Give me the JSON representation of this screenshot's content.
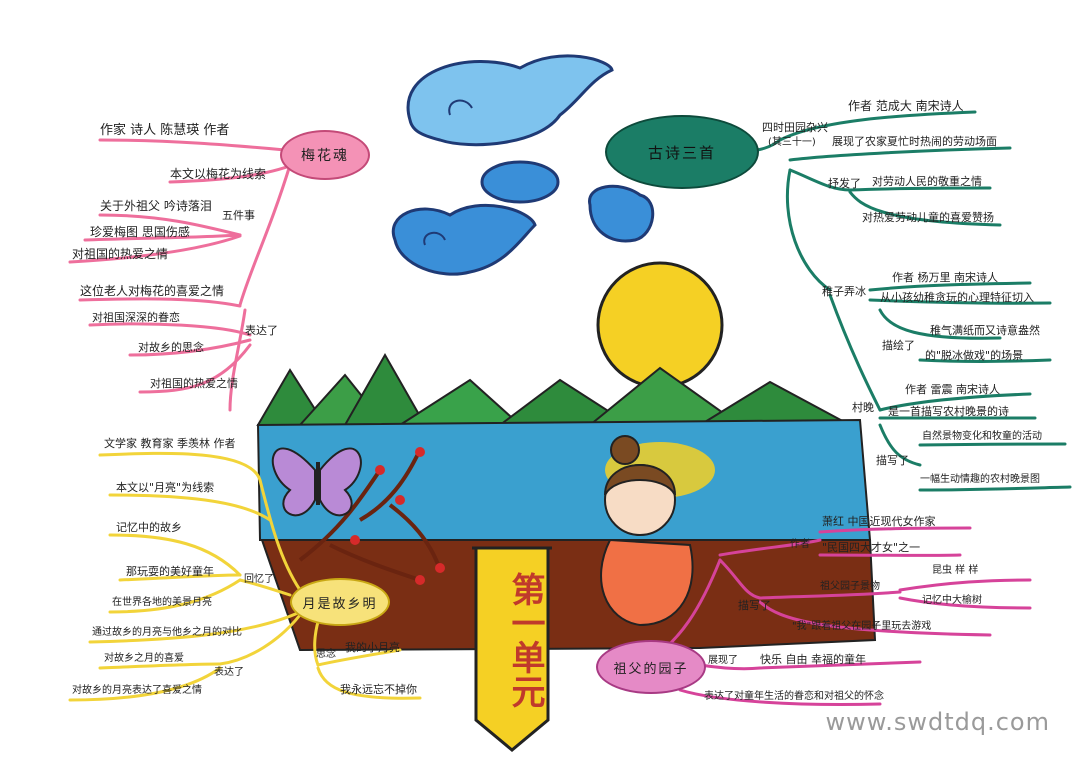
{
  "colors": {
    "pink": "#ee6f9c",
    "green": "#1b7d66",
    "yellow": "#f2d43a",
    "magenta": "#d6439a",
    "sky": "#3a8fd8",
    "sun": "#f5d024",
    "soil": "#7a2e14",
    "water": "#3aa0cf"
  },
  "banner": {
    "text": "第一单元"
  },
  "watermark": "www.swdtdq.com",
  "pink_branch": {
    "title": "梅花魂",
    "l1": "作家 诗人 陈慧瑛 作者",
    "l2": "本文以梅花为线索",
    "l3": "关于外祖父 吟诗落泪",
    "l4": "珍爱梅图 思国伤感",
    "l5": "五件事",
    "l6": "对祖国的热爱之情",
    "l7": "这位老人对梅花的喜爱之情",
    "l8": "对祖国深深的眷恋",
    "l9": "对故乡的思念",
    "l10": "表达了",
    "l11": "对祖国的热爱之情"
  },
  "green_branch": {
    "title": "古诗三首",
    "p1": "四时田园杂兴",
    "p1b": "(其三十一)",
    "a1": "作者 范成大 南宋诗人",
    "a2": "展现了农家夏忙时热闹的劳动场面",
    "a3": "抒发了",
    "a4": "对劳动人民的敬重之情",
    "a5": "对热爱劳动儿童的喜爱赞扬",
    "p2": "稚子弄冰",
    "b1": "作者 杨万里 南宋诗人",
    "b2": "从小孩幼稚贪玩的心理特征切入",
    "b3": "描绘了",
    "b4": "稚气满纸而又诗意盎然",
    "b5": "的\"脱冰做戏\"的场景",
    "p3": "村晚",
    "c1": "作者 雷震 南宋诗人",
    "c2": "是一首描写农村晚景的诗",
    "c3": "自然景物变化和牧童的活动",
    "c4": "描写了",
    "c5": "一幅生动情趣的农村晚景图"
  },
  "yellow_branch": {
    "title": "月是故乡明",
    "y1": "文学家 教育家 季羡林 作者",
    "y2": "本文以\"月亮\"为线索",
    "y3": "记忆中的故乡",
    "y4": "那玩耍的美好童年",
    "y5": "回忆了",
    "y6": "在世界各地的美景月亮",
    "y7": "通过故乡的月亮与他乡之月的对比",
    "y8": "对故乡之月的喜爱",
    "y9": "表达了",
    "y10": "对故乡的月亮表达了喜爱之情",
    "y11": "思念",
    "y12": "我的小月亮",
    "y13": "我永远忘不掉你"
  },
  "magenta_branch": {
    "title": "祖父的园子",
    "m1": "萧红 中国近现代女作家",
    "m2": "作者",
    "m3": "\"民国四大才女\"之一",
    "m4": "描写了",
    "m5": "祖父园子景物",
    "m6": "昆虫 样 样",
    "m7": "记忆中大榆树",
    "m8": "\"我\"跟着祖父在园子里玩去游戏",
    "m9": "展现了",
    "m10": "快乐 自由 幸福的童年",
    "m11": "表达了对童年生活的眷恋和对祖父的怀念"
  }
}
